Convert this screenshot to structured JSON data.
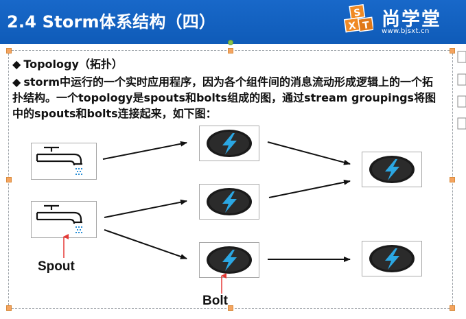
{
  "header": {
    "title": "2.4 Storm体系结构（四）",
    "logo_text": "尚学堂",
    "logo_url": "www.bjsxt.cn",
    "logo_letters": [
      "S",
      "X",
      "T"
    ]
  },
  "bullets": [
    {
      "icon": "diamond-bullet-icon",
      "text": "Topology（拓扑）"
    },
    {
      "icon": "diamond-bullet-icon",
      "text": "storm中运行的一个实时应用程序，因为各个组件间的消息流动形成逻辑上的一个拓扑结构。一个topology是spouts和bolts组成的图，通过stream groupings将图中的spouts和bolts连接起来，如下图："
    }
  ],
  "diagram": {
    "spout_label": "Spout",
    "bolt_label": "Bolt",
    "spout_icon": "faucet-icon",
    "bolt_icon": "lightning-bolt-icon"
  },
  "colors": {
    "header_bg": "#1565c0",
    "bolt_ring": "#111111",
    "lightning": "#29a8e0",
    "annotation_arrow": "#e53935",
    "handle": "#f4a460"
  }
}
